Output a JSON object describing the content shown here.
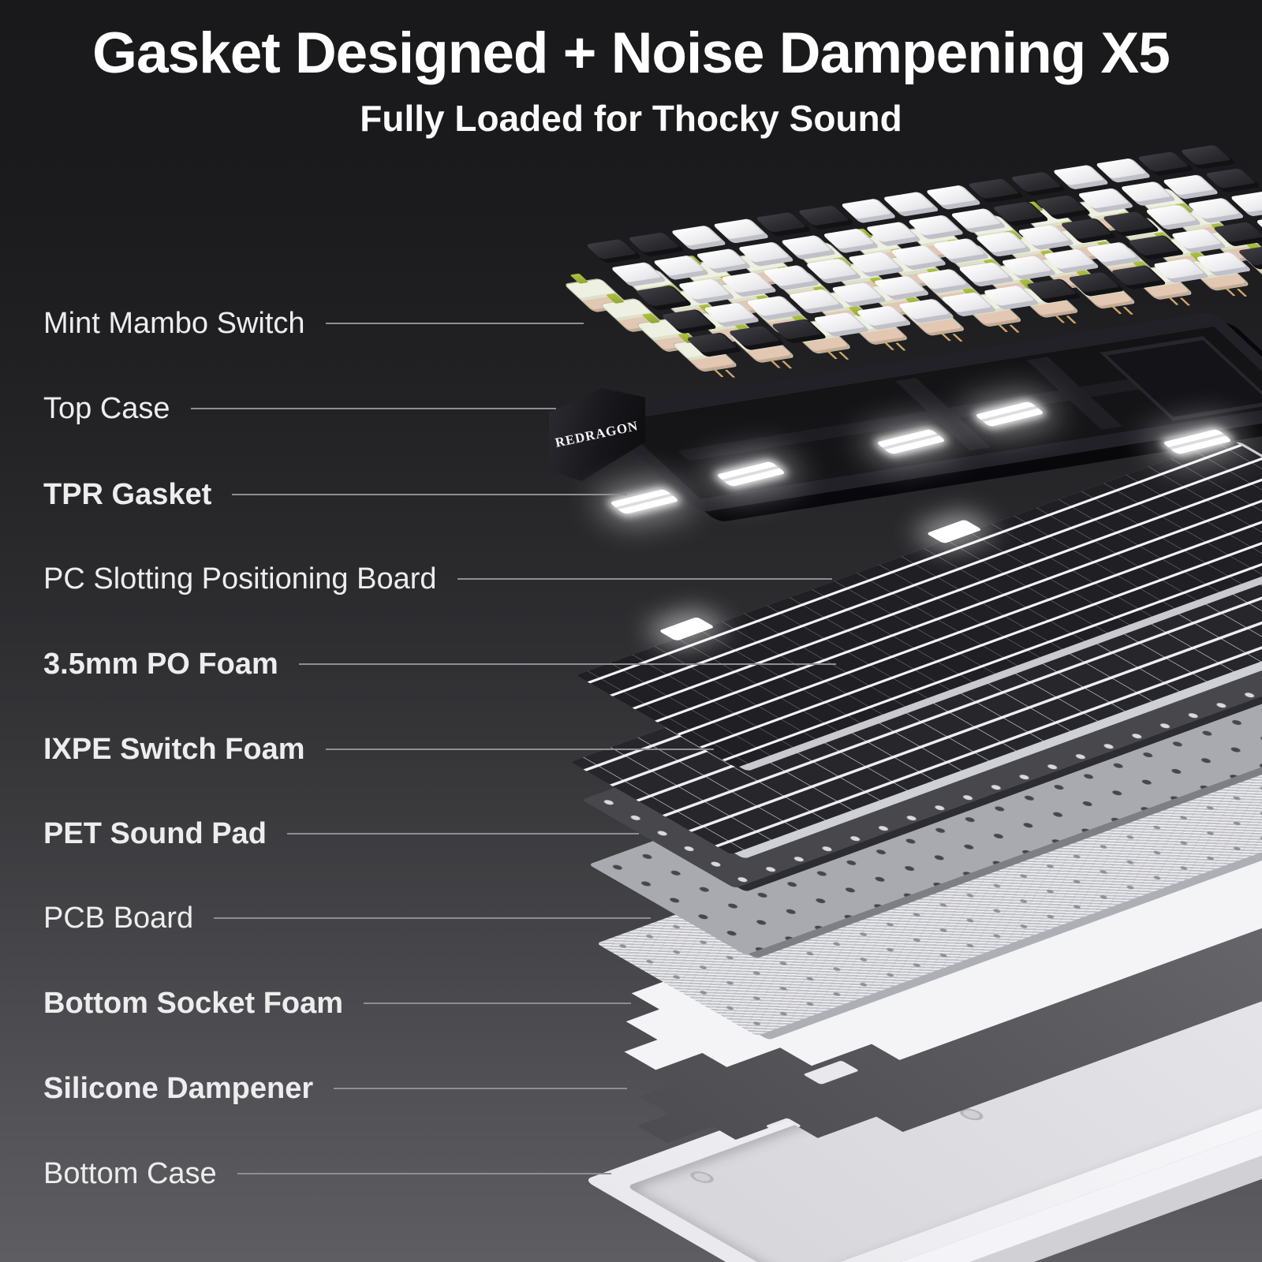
{
  "title": "Gasket Designed + Noise Dampening X5",
  "subtitle": "Fully Loaded for Thocky Sound",
  "brand": "REDRAGON",
  "labels": [
    {
      "text": "Mint Mambo Switch",
      "emphasis": "light"
    },
    {
      "text": "Top Case",
      "emphasis": "light"
    },
    {
      "text": "TPR Gasket",
      "emphasis": "bold"
    },
    {
      "text": "PC Slotting Positioning Board",
      "emphasis": "light"
    },
    {
      "text": "3.5mm PO Foam",
      "emphasis": "bold"
    },
    {
      "text": "IXPE Switch Foam",
      "emphasis": "bold"
    },
    {
      "text": "PET Sound Pad",
      "emphasis": "bold"
    },
    {
      "text": "PCB Board",
      "emphasis": "light"
    },
    {
      "text": "Bottom Socket Foam",
      "emphasis": "bold"
    },
    {
      "text": "Silicone Dampener",
      "emphasis": "bold"
    },
    {
      "text": "Bottom Case",
      "emphasis": "light"
    }
  ],
  "colors": {
    "background_top": "#1a1a1c",
    "background_bottom": "#5e5e62",
    "title_text": "#ffffff",
    "label_text": "#ededee",
    "leader_line": "#8f8f93",
    "top_case_black": "#1e1e23",
    "keycap_dark": "#2b2b30",
    "keycap_white": "#f2f2f4",
    "switch_body_sage": "#e9ecd9",
    "switch_base_pink": "#d8b7a4",
    "switch_stem_green": "#9cb53b",
    "gasket_glow": "#ffffff",
    "positioning_board_white": "#f5f5f7",
    "po_foam_white": "#efeff2",
    "ixpe_dark": "#47474c",
    "pet_gray": "#a9aaaf",
    "pcb_silver": "#dadbe0",
    "socket_foam_white": "#f4f4f7",
    "dampener_gray": "#55555a",
    "bottom_case_white": "#f0f0f3"
  }
}
